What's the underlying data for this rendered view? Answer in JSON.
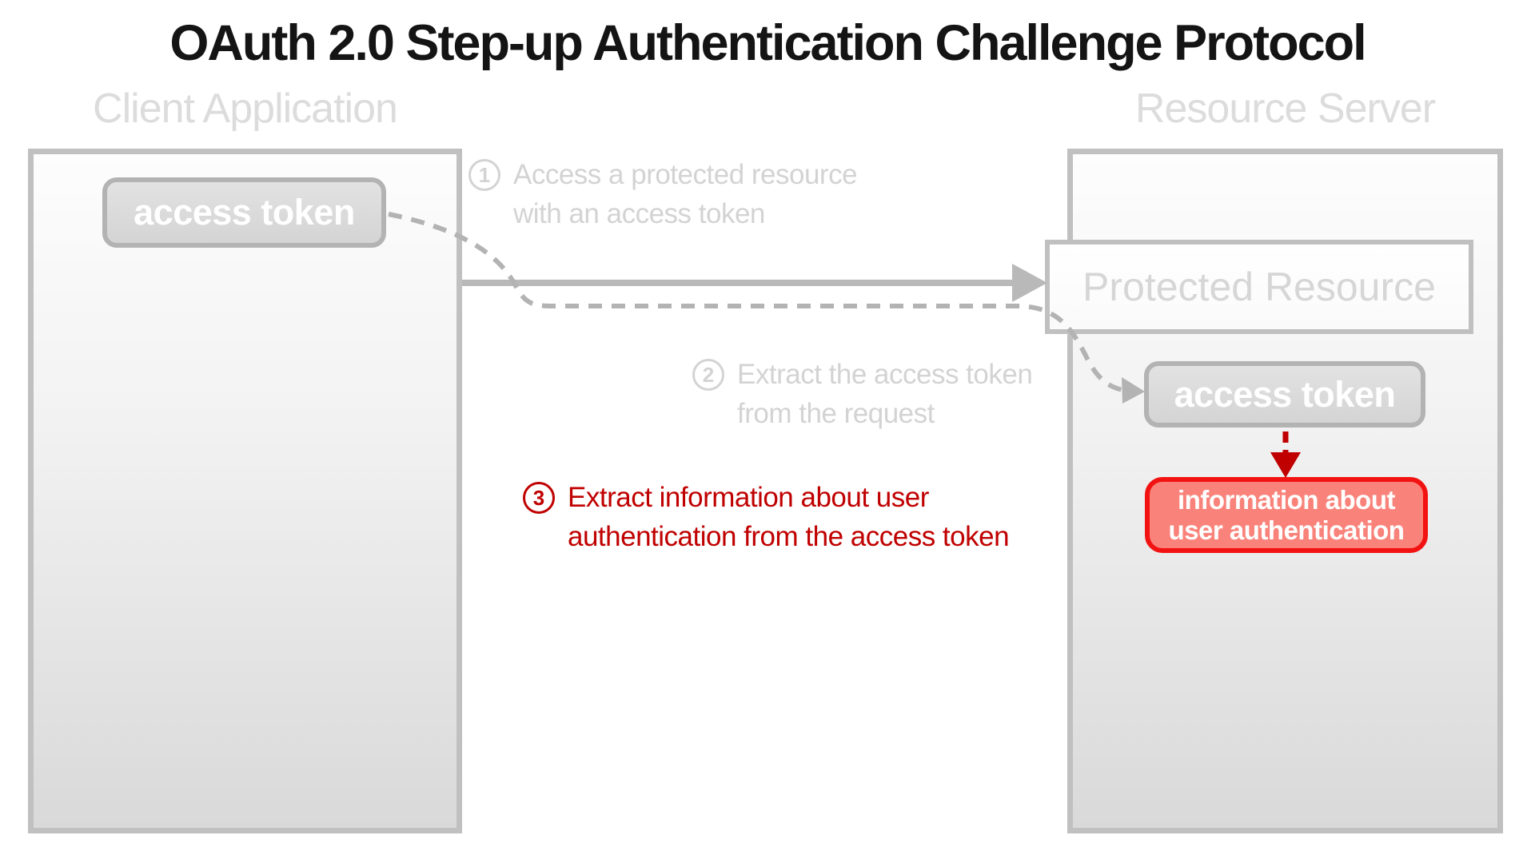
{
  "title": "OAuth 2.0 Step-up Authentication Challenge Protocol",
  "colors": {
    "title_text": "#141414",
    "muted_gray_text": "#d3d3d3",
    "panel_border_gray": "#c0c0c0",
    "chip_fill_gray": "#d9d9d9",
    "chip_text": "#ffffff",
    "solid_arrow_gray": "#b9b9b9",
    "dashed_arrow_gray": "#b3b3b3",
    "step3_dark_red": "#c00000",
    "info_border_red": "#f21212",
    "info_fill_salmon": "#f9837a"
  },
  "client": {
    "heading": "Client Application",
    "token_chip": "access token"
  },
  "server": {
    "heading": "Resource Server",
    "protected_resource": "Protected Resource",
    "token_chip": "access token",
    "info_line1": "information about",
    "info_line2": "user authentication"
  },
  "steps": [
    {
      "number": "1",
      "line1": "Access a protected resource",
      "line2": "with an access token"
    },
    {
      "number": "2",
      "line1": "Extract the access token",
      "line2": "from the request"
    },
    {
      "number": "3",
      "line1": "Extract information about user",
      "line2": "authentication from the access token"
    }
  ]
}
